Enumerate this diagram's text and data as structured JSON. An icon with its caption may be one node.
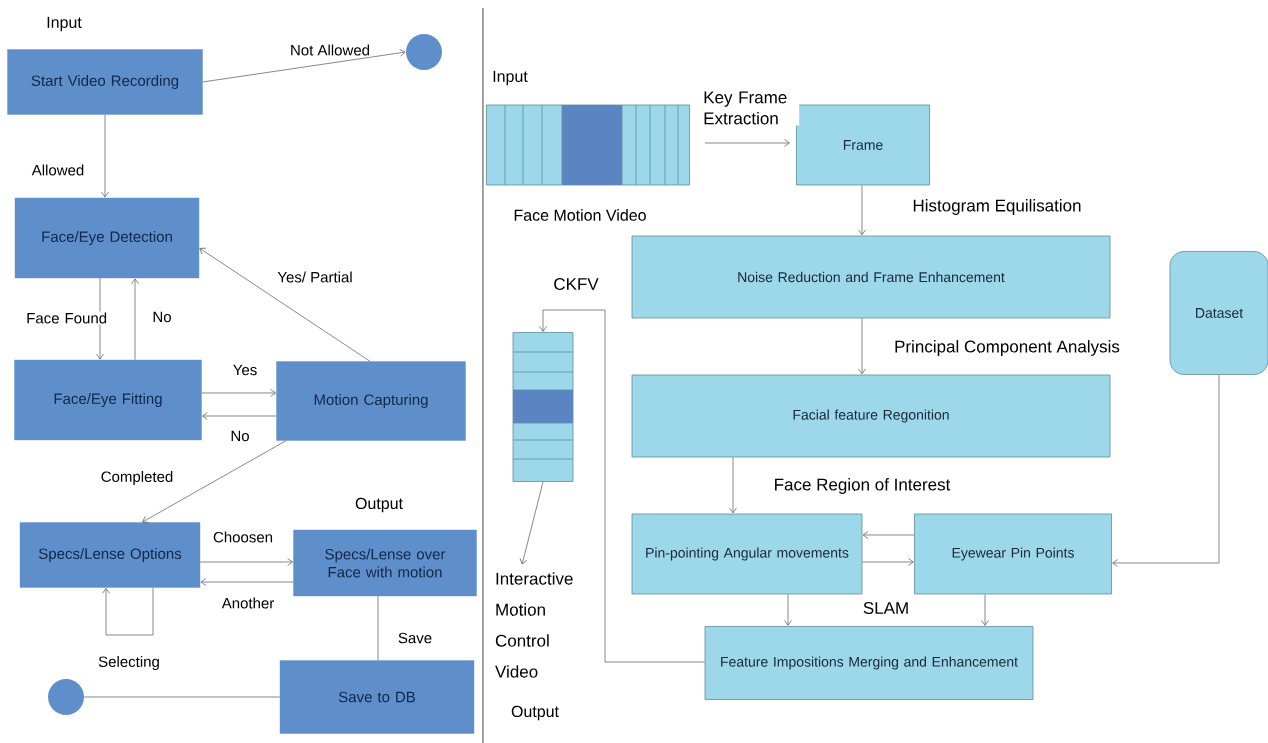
{
  "diagram": {
    "nodes": [
      {
        "text": [
          "Start Video Recording"
        ],
        "beside": [
          "Input"
        ]
      },
      {
        "text": [],
        "shape": "circle"
      },
      {
        "text": [
          "Face/Eye Detection"
        ]
      },
      {
        "text": [
          "Face/Eye Fitting"
        ]
      },
      {
        "text": [
          "Motion Capturing"
        ]
      },
      {
        "text": [
          "Specs/Lense Options"
        ]
      },
      {
        "text": [
          "Specs/Lense over Face with motion"
        ],
        "beside": [
          "Output"
        ]
      },
      {
        "text": [
          "Save to DB"
        ]
      },
      {
        "text": [],
        "shape": "circle"
      },
      {
        "text": [],
        "shape": "picture",
        "beside": [
          "Input",
          "Face Motion Video"
        ]
      },
      {
        "text": [
          "Frame"
        ]
      },
      {
        "text": [
          "Noise Reduction and Frame Enhancement"
        ]
      },
      {
        "text": [
          "Facial feature Regonition"
        ]
      },
      {
        "text": [
          "Dataset"
        ]
      },
      {
        "text": [
          "Pin-pointing Angular movements"
        ]
      },
      {
        "text": [
          "Eyewear Pin Points"
        ]
      },
      {
        "text": [
          "Feature Impositions Merging and Enhancement"
        ]
      },
      {
        "text": [],
        "shape": "picture"
      },
      {
        "text": [
          "Interactive Motion Control Video"
        ],
        "beside": [
          "Output"
        ]
      }
    ],
    "edges": [
      {
        "from": 0,
        "to": 1,
        "arrow": "to",
        "label": "Not Allowed"
      },
      {
        "from": 0,
        "to": 2,
        "arrow": "to",
        "label": "Allowed"
      },
      {
        "from": 2,
        "to": 3,
        "arrow": "to",
        "label": "Face Found"
      },
      {
        "from": 3,
        "to": 2,
        "arrow": "to",
        "label": "No"
      },
      {
        "from": 3,
        "to": 4,
        "arrow": "to",
        "label": "Yes"
      },
      {
        "from": 4,
        "to": 3,
        "arrow": "to",
        "label": "No"
      },
      {
        "from": 4,
        "to": 2,
        "arrow": "to",
        "label": "Yes/ Partial"
      },
      {
        "from": 4,
        "to": 5,
        "arrow": "to",
        "label": "Completed"
      },
      {
        "from": 5,
        "to": 6,
        "arrow": "to",
        "label": "Choosen"
      },
      {
        "from": 6,
        "to": 5,
        "arrow": "to",
        "label": "Another"
      },
      {
        "from": 5,
        "to": 5,
        "arrow": "to",
        "label": "Selecting"
      },
      {
        "from": 6,
        "to": 7,
        "arrow": "none",
        "label": "Save"
      },
      {
        "from": 7,
        "to": 8,
        "arrow": "none"
      },
      {
        "from": 9,
        "to": 10,
        "arrow": "to",
        "label": "Key Frame Extraction"
      },
      {
        "from": 10,
        "to": 11,
        "arrow": "to",
        "label": "Histogram Equilisation"
      },
      {
        "from": 11,
        "to": 12,
        "arrow": "to",
        "label": "Principal Component Analysis"
      },
      {
        "from": 12,
        "to": 14,
        "arrow": "to",
        "label": "Face Region of Interest"
      },
      {
        "from": 15,
        "to": 14,
        "arrow": "to"
      },
      {
        "from": 14,
        "to": 15,
        "arrow": "to"
      },
      {
        "from": 13,
        "to": 15,
        "arrow": "to"
      },
      {
        "from": 14,
        "to": 16,
        "arrow": "to"
      },
      {
        "from": 15,
        "to": 16,
        "arrow": "to"
      },
      {
        "from": 16,
        "to": 17,
        "arrow": "to",
        "label": "CKFV"
      },
      {
        "from": 17,
        "to": 18,
        "arrow": "to"
      }
    ],
    "labels": [
      "SLAM"
    ]
  }
}
